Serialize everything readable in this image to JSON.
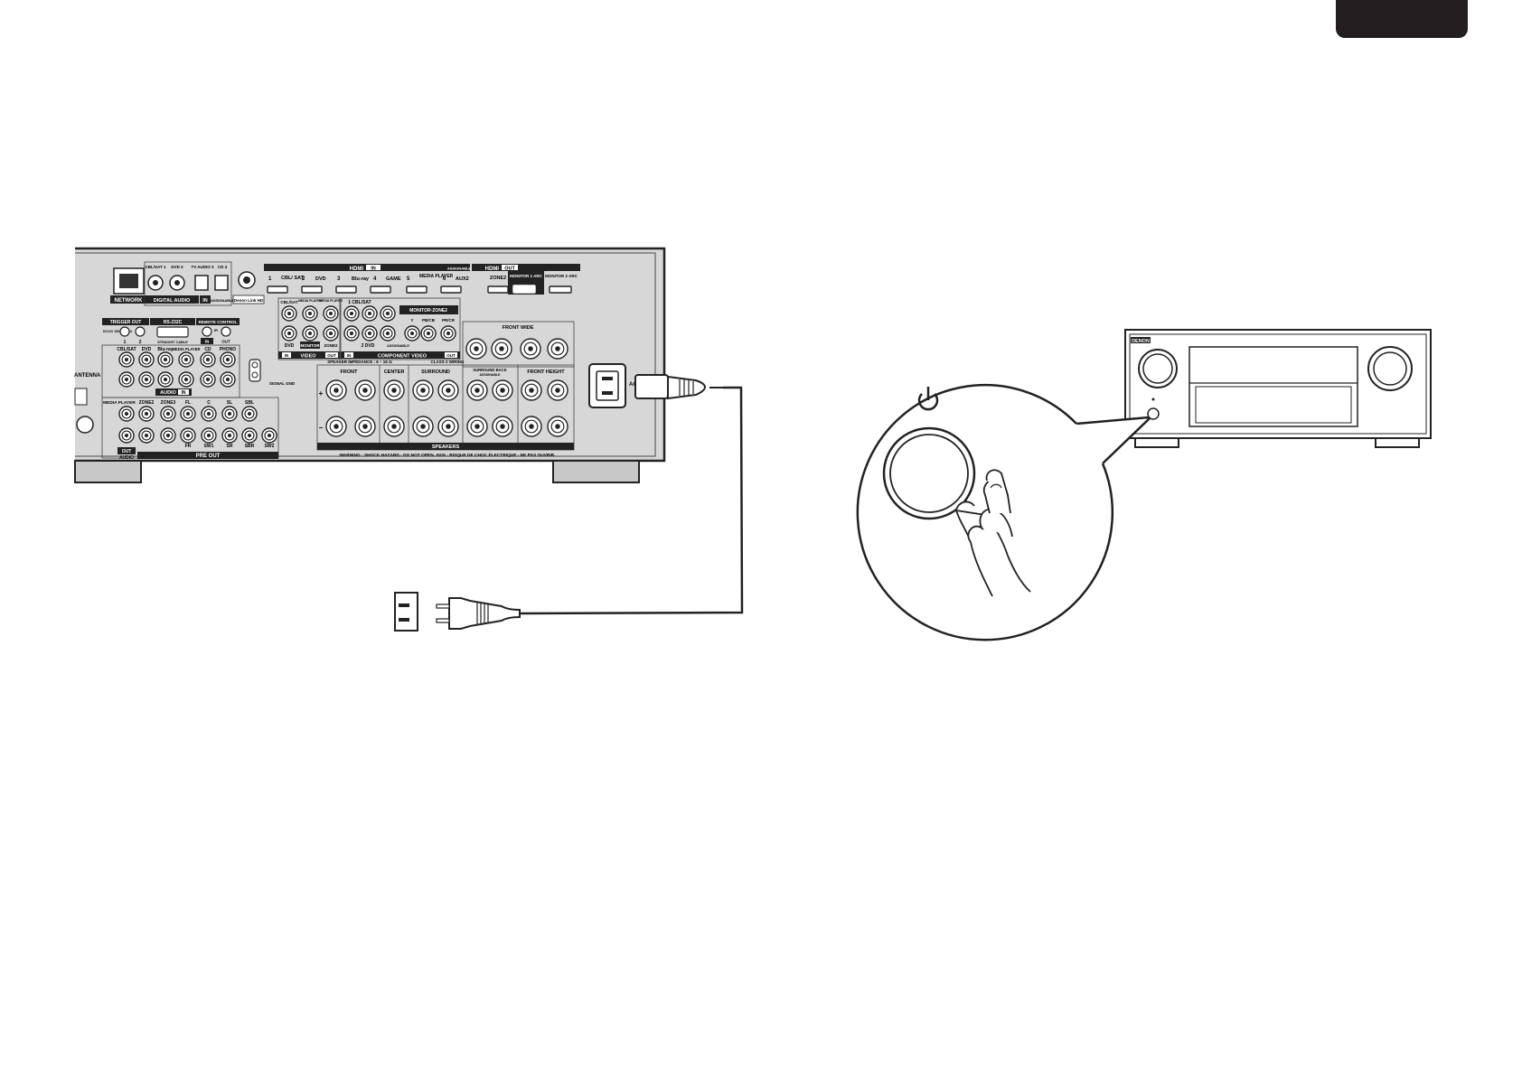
{
  "rear_panel": {
    "hdmi_in_header": "HDMI",
    "hdmi_in_tag": "IN",
    "hdmi_assignable": "ASSIGNABLE",
    "hdmi_out_header": "HDMI",
    "hdmi_out_tag": "OUT",
    "hdmi_inputs": [
      {
        "num": "1",
        "label": "CBL/ SAT"
      },
      {
        "num": "2",
        "label": "DVD"
      },
      {
        "num": "3",
        "label": "Blu-ray"
      },
      {
        "num": "4",
        "label": "GAME"
      },
      {
        "num": "5",
        "label": "MEDIA PLAYER"
      },
      {
        "num": "6",
        "label": "AUX2"
      }
    ],
    "hdmi_outputs": [
      "ZONE2",
      "MONITOR 1 ARC",
      "MONITOR 2 ARC"
    ],
    "network_label": "NETWORK",
    "digital_audio_label": "DIGITAL AUDIO",
    "digital_audio_in": "IN",
    "assignable": "ASSIGNABLE",
    "digital_audio_inputs": [
      "CBL/SAT 1",
      "DVD 2",
      "TV AUDIO 3",
      "CD 4"
    ],
    "denon_link": "Denon Link HD",
    "trigger_out": "TRIGGER OUT",
    "trigger_spec": "DC12V 150mA MAX",
    "trigger_nums": [
      "1",
      "2"
    ],
    "rs232c": "RS-232C",
    "straight_cable": "STRAIGHT CABLE",
    "remote_control": "REMOTE CONTROL",
    "remote_in": "IN",
    "remote_out": "OUT",
    "remote_ir": "IR",
    "audio_in_cols": [
      "CBL/SAT",
      "DVD",
      "Blu-ray",
      "MEDIA PLAYER",
      "CD",
      "PHONO"
    ],
    "audio_in_label": "AUDIO",
    "audio_in_tag": "IN",
    "signal_gnd": "SIGNAL GND",
    "antenna": "ANTENNA",
    "zone_out_cols": [
      "MEDIA PLAYER",
      "ZONE2",
      "ZONE3"
    ],
    "preout_top": [
      "FL",
      "C",
      "SL",
      "SBL"
    ],
    "preout_bottom": [
      "FR",
      "SW1",
      "SR",
      "SBR",
      "SW2"
    ],
    "audio_out_label": "AUDIO",
    "audio_out_tag": "OUT",
    "pre_out": "PRE OUT",
    "video_cols": [
      "CBL/SAT",
      "MEDIA PLAYER",
      "MEDIA PLAYER"
    ],
    "video_dvd": "DVD",
    "video_monitor": "MONITOR",
    "video_zone2": "ZONE2",
    "video_in": "IN",
    "video_label": "VIDEO",
    "video_out": "OUT",
    "component_rows": [
      "1 CBL/SAT",
      "2 DVD"
    ],
    "component_assignable": "ASSIGNABLE",
    "monitor_zone2": "MONITOR·ZONE2",
    "component_channels": [
      "Y",
      "PB/CB",
      "PR/CR"
    ],
    "component_in": "IN",
    "component_label": "COMPONENT VIDEO",
    "component_out": "OUT",
    "front_wide": "FRONT WIDE",
    "speaker_impedance": "SPEAKER IMPEDANCE : 6 – 16 Ω",
    "class2_wiring": "CLASS 2 WIRING",
    "speaker_groups": [
      "FRONT",
      "CENTER",
      "SURROUND",
      "SURROUND BACK",
      "FRONT HEIGHT"
    ],
    "surround_back_sub": "ASSIGNABLE",
    "speakers_label": "SPEAKERS",
    "plus": "+",
    "minus": "−",
    "warning": "WARNING : SHOCK HAZARD - DO NOT OPEN.  AVIS : RISQUE DE CHOC ÉLECTRIQUE - NE PAS OUVRIR.",
    "ac_in": "AC IN"
  },
  "front_panel": {
    "brand_badge": "DENON"
  },
  "icons": [
    "power-icon",
    "hand-pointer-icon",
    "ac-plug-icon",
    "wall-outlet-icon"
  ]
}
